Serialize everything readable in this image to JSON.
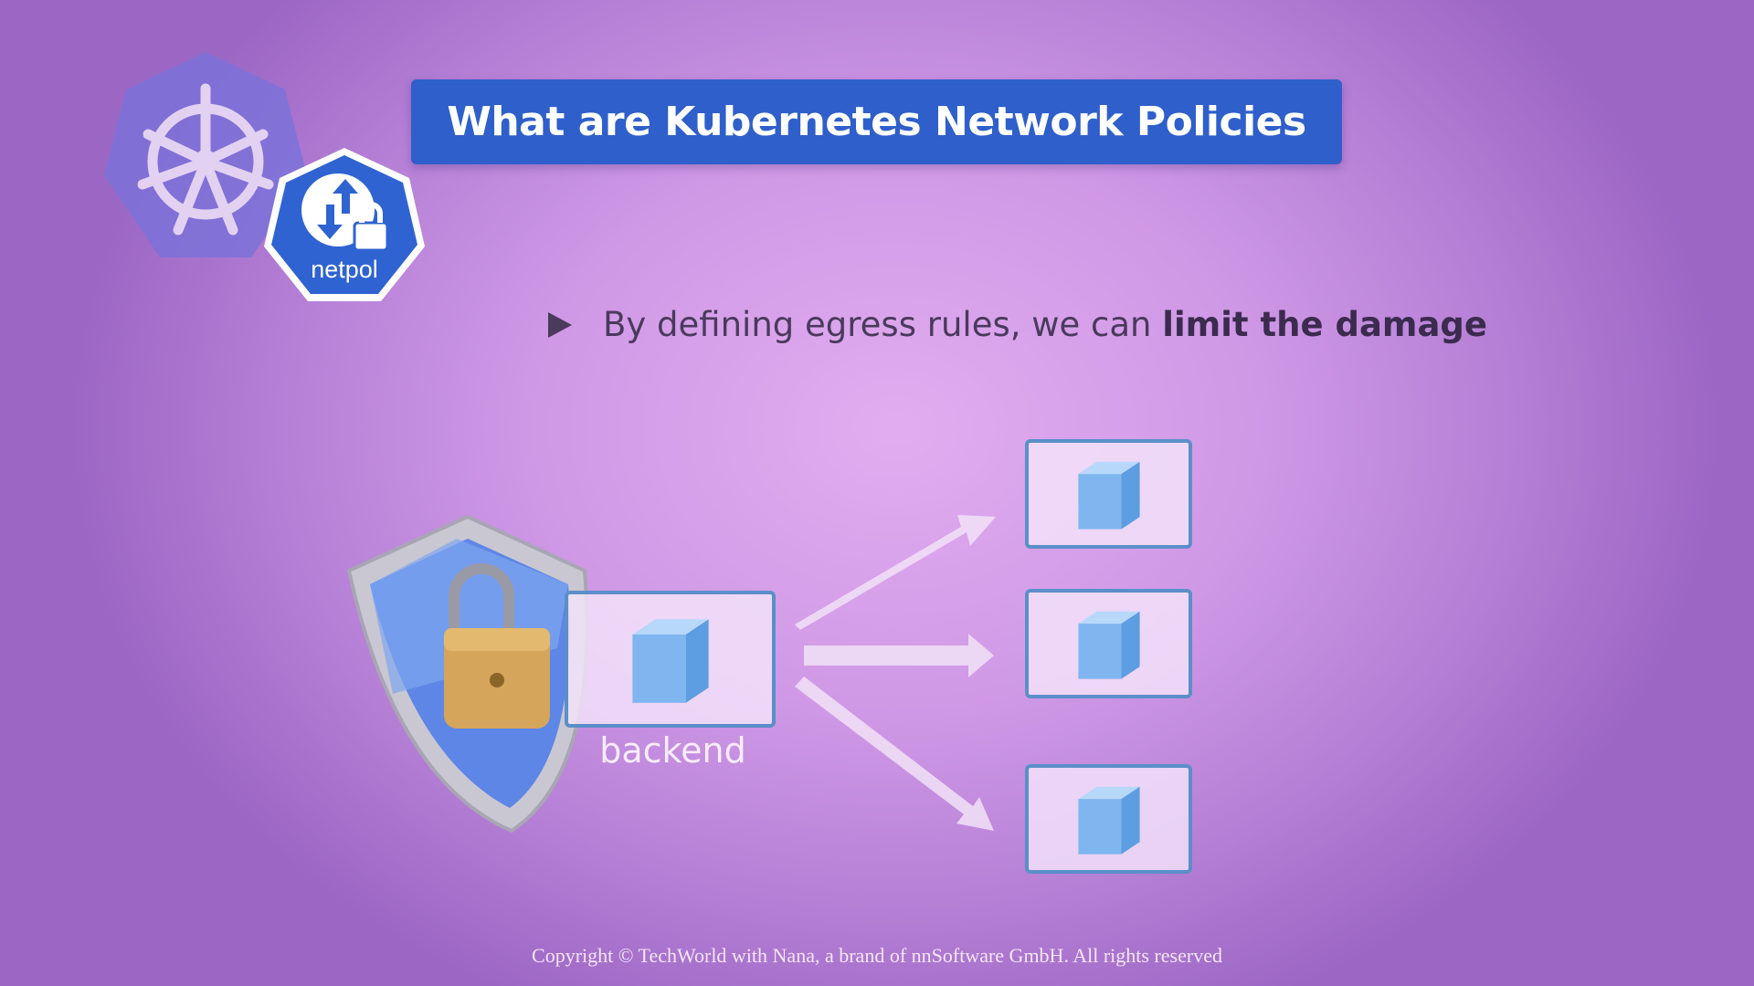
{
  "title": "What are Kubernetes Network Policies",
  "badge": {
    "label": "netpol",
    "icon": "netpol-icon"
  },
  "logo": {
    "icon": "kubernetes-helm-icon"
  },
  "bullet": {
    "text_plain": "By defining egress rules, we can ",
    "text_bold": "limit the damage"
  },
  "diagram": {
    "source_label": "backend",
    "source_icon": "shield-lock-icon",
    "target_count": 3,
    "colors": {
      "box_border": "#5b8fc9",
      "cube": "#7fb6ef",
      "arrow": "#f1e2f7"
    }
  },
  "footer": {
    "copyright": "Copyright © TechWorld with Nana, a brand of nnSoftware GmbH. All rights reserved"
  },
  "colors": {
    "title_banner": "#2f5fcb",
    "background": "#cf98e6",
    "text": "#4a3a5c"
  }
}
